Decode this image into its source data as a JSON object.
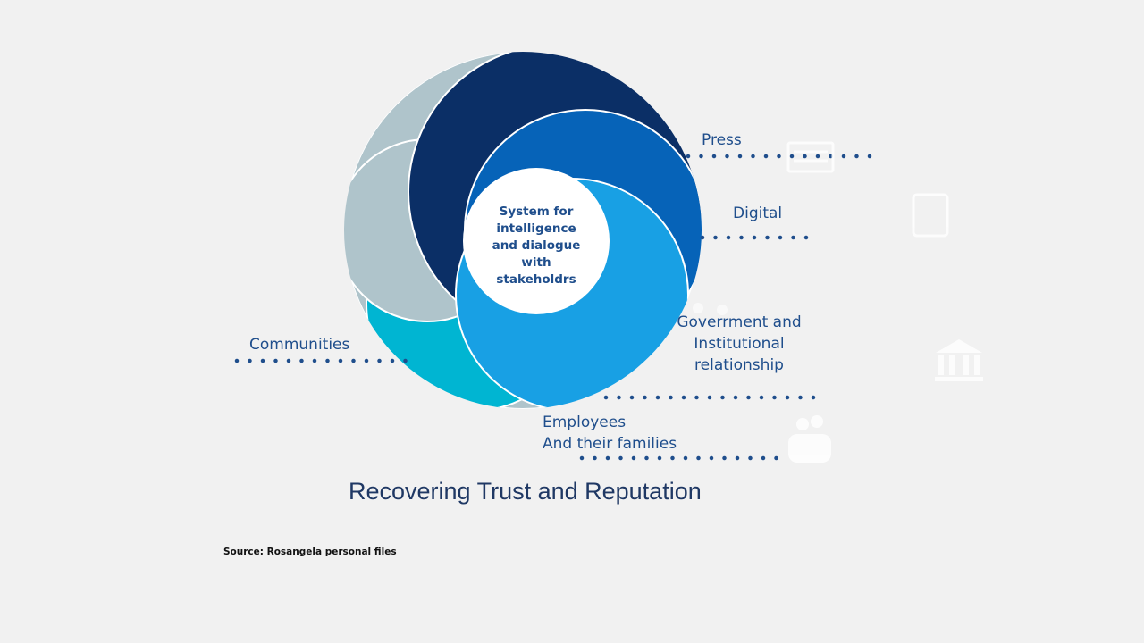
{
  "center": {
    "line1": "System for",
    "line2": "intelligence",
    "line3": "and dialogue",
    "line4": "with",
    "line5": "stakeholdrs"
  },
  "labels": {
    "press": "Press",
    "digital": "Digital",
    "government": [
      "Goverrment and",
      "Institutional",
      "relationship"
    ],
    "communities": "Communities",
    "employees": [
      "Employees",
      "And  their families"
    ]
  },
  "title": "Recovering Trust and Reputation",
  "source": "Source:  Rosangela personal files",
  "icons": [
    "newspaper-icon",
    "tablet-icon",
    "people-icon",
    "government-building-icon",
    "family-icon"
  ],
  "colors": {
    "navy": "#0b2f66",
    "medium_blue": "#0663b8",
    "light_blue": "#18a0e4",
    "cyan": "#00b5d2",
    "gray": "#afc4cb",
    "text": "#1f4e8c"
  }
}
